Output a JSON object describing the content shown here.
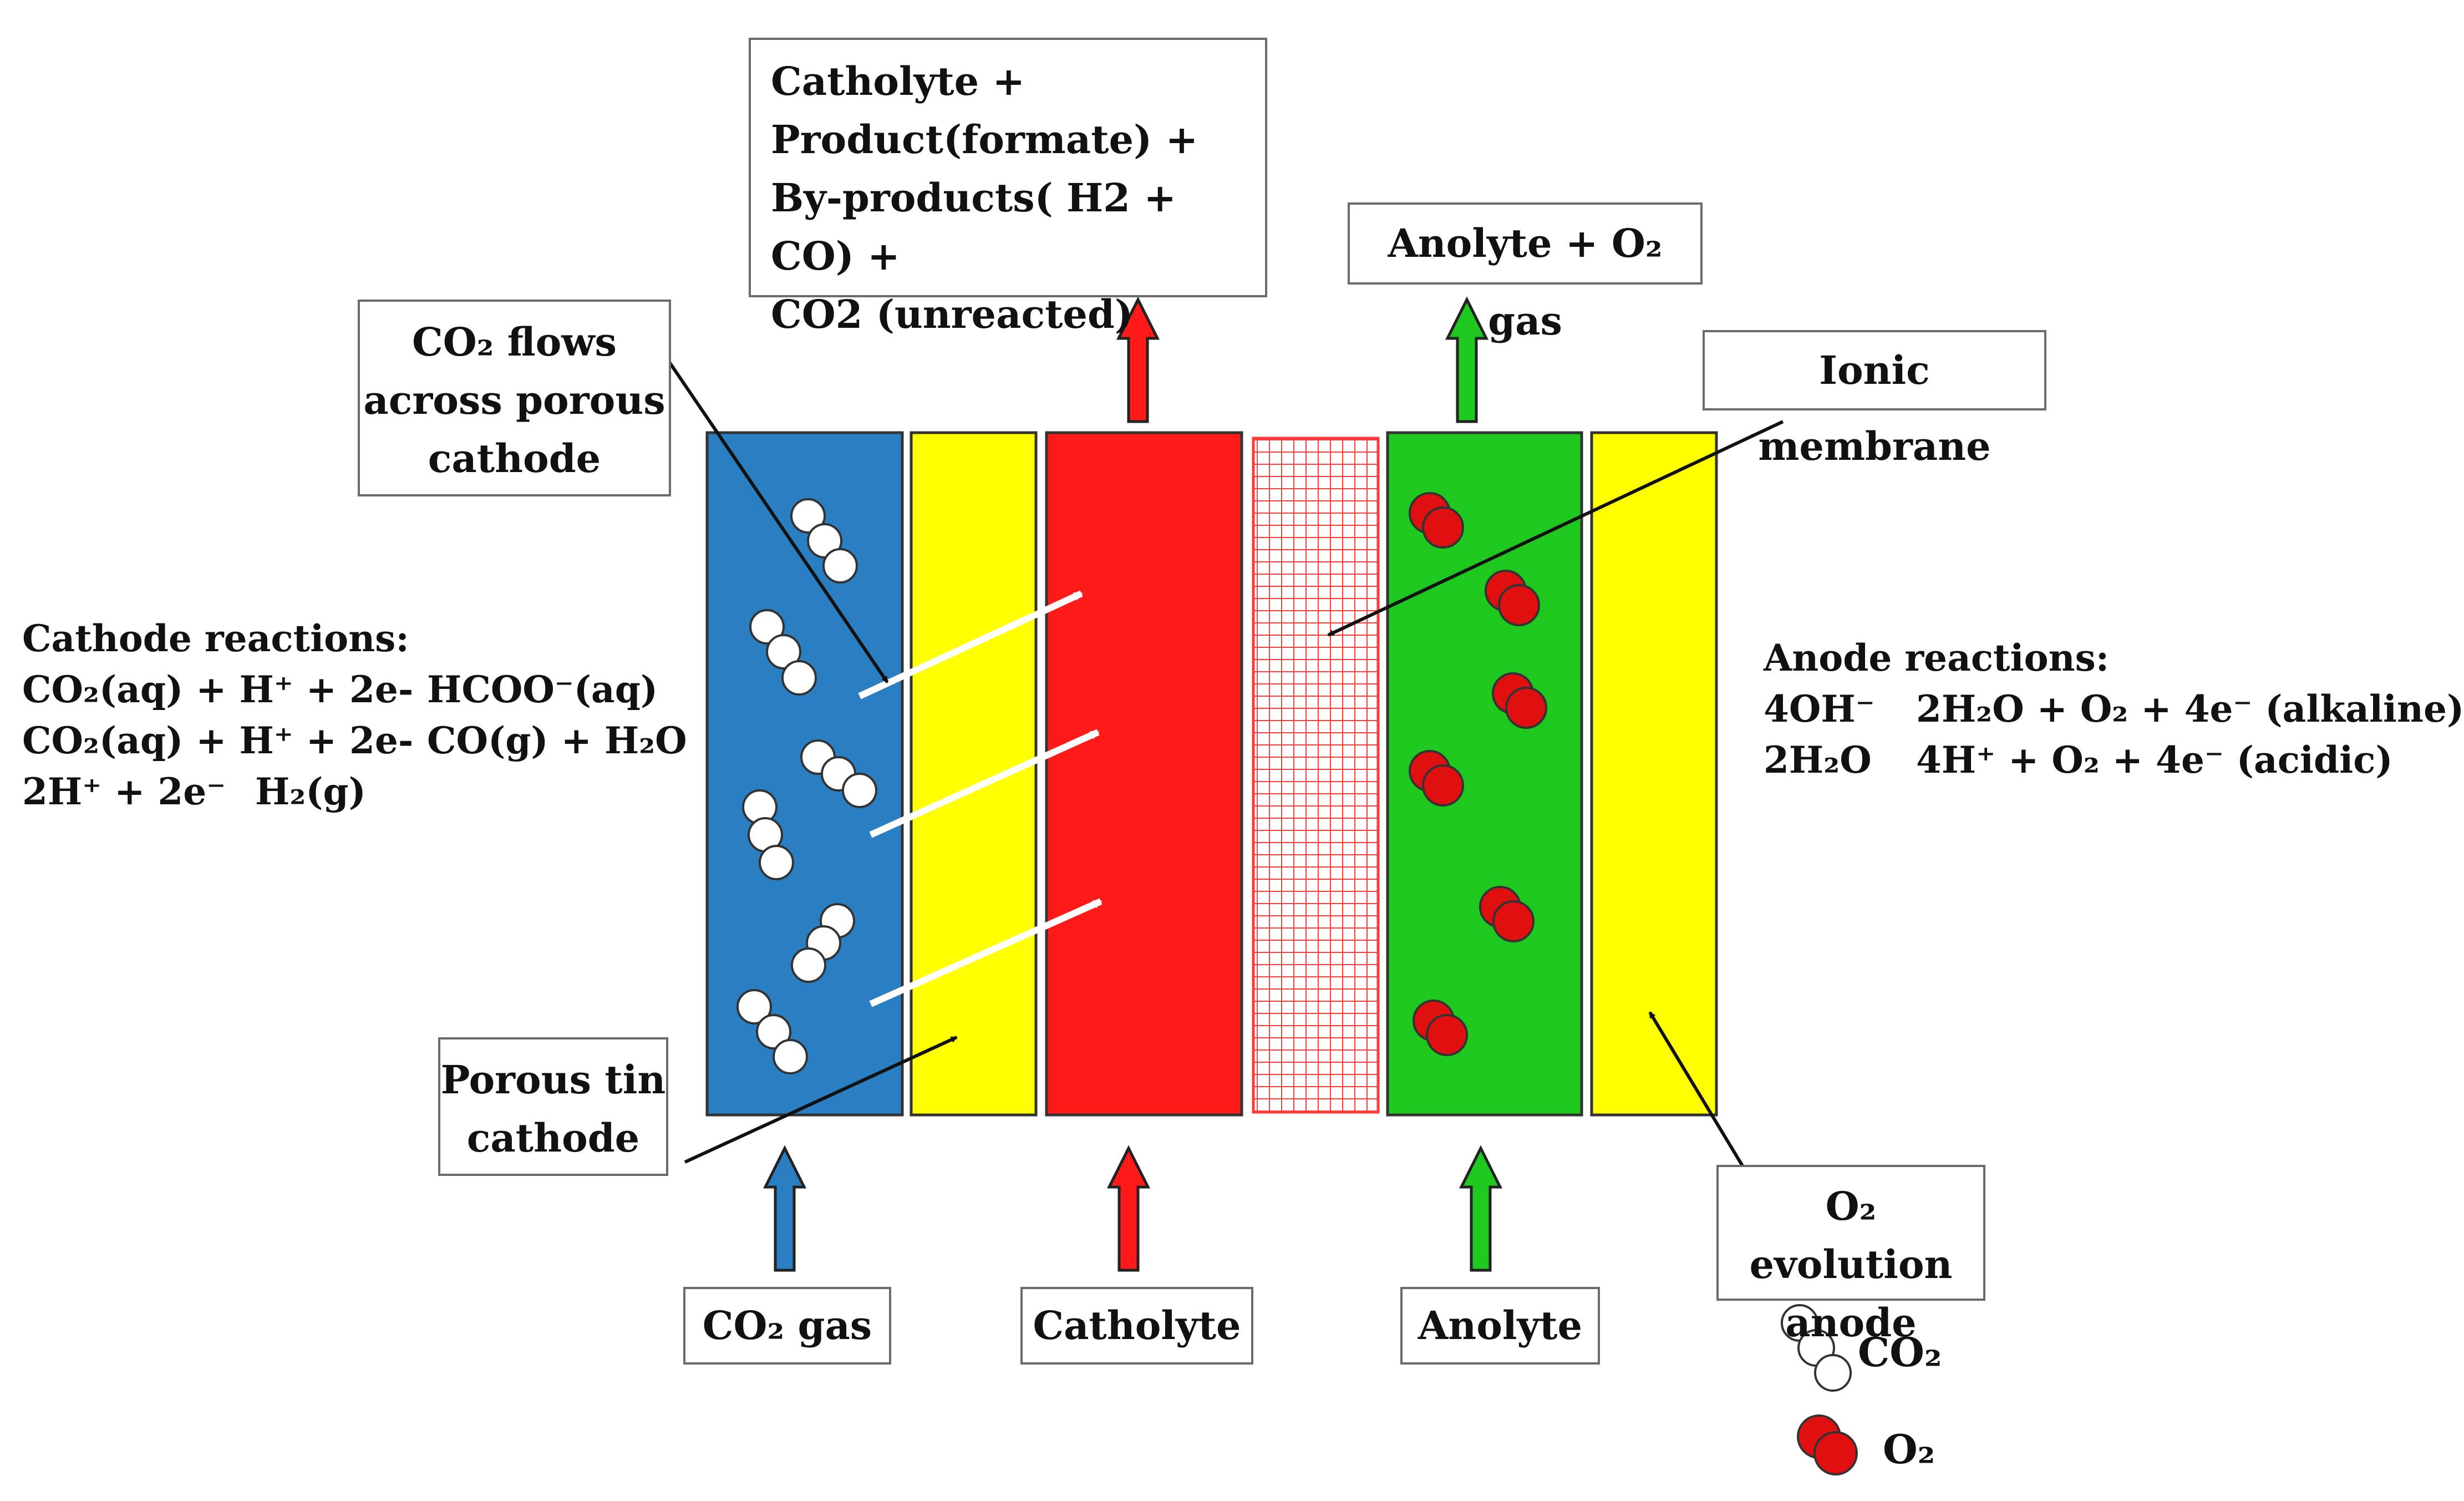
{
  "title": "",
  "colors": {
    "gas_chamber": "#2a7fc2",
    "catalyst_layer": "#ffff00",
    "catholyte": "#ff1a1a",
    "membrane_grid": "#ff3b3b",
    "anolyte": "#1ec81e",
    "anode_layer": "#ffff00",
    "co2_molecule": "#ffffff",
    "o2_molecule": "#e01010"
  },
  "labels": {
    "outlet_catholyte": [
      "Catholyte +",
      "Product(formate) +",
      "By-products( H2 + CO) +",
      "CO2 (unreacted)"
    ],
    "outlet_anolyte": "Anolyte + O₂ gas",
    "co2_flows": [
      "CO₂ flows",
      "across porous",
      "cathode"
    ],
    "ionic_membrane": "Ionic membrane",
    "porous_tin_cathode": [
      "Porous tin",
      "cathode"
    ],
    "o2_evolution_anode": [
      "O₂ evolution",
      "anode"
    ],
    "inlet_co2_gas": "CO₂ gas",
    "inlet_catholyte": "Catholyte",
    "inlet_anolyte": "Anolyte"
  },
  "cathode_reactions": {
    "title": "Cathode reactions:",
    "lines": [
      {
        "left": "CO₂(aq) + H⁺ + 2e-",
        "right": "HCOO⁻(aq)"
      },
      {
        "left": "CO₂(aq) + H⁺ + 2e-",
        "right": "CO(g) + H₂O"
      },
      {
        "left": "2H⁺ + 2e⁻",
        "right": "H₂(g)"
      }
    ]
  },
  "anode_reactions": {
    "title": "Anode reactions:",
    "lines": [
      {
        "left": "4OH⁻",
        "right": "2H₂O + O₂ + 4e⁻ (alkaline)"
      },
      {
        "left": "2H₂O",
        "right": "4H⁺  + O₂ + 4e⁻  (acidic)"
      }
    ]
  },
  "legend": {
    "co2": "CO₂",
    "o2": "O₂"
  }
}
